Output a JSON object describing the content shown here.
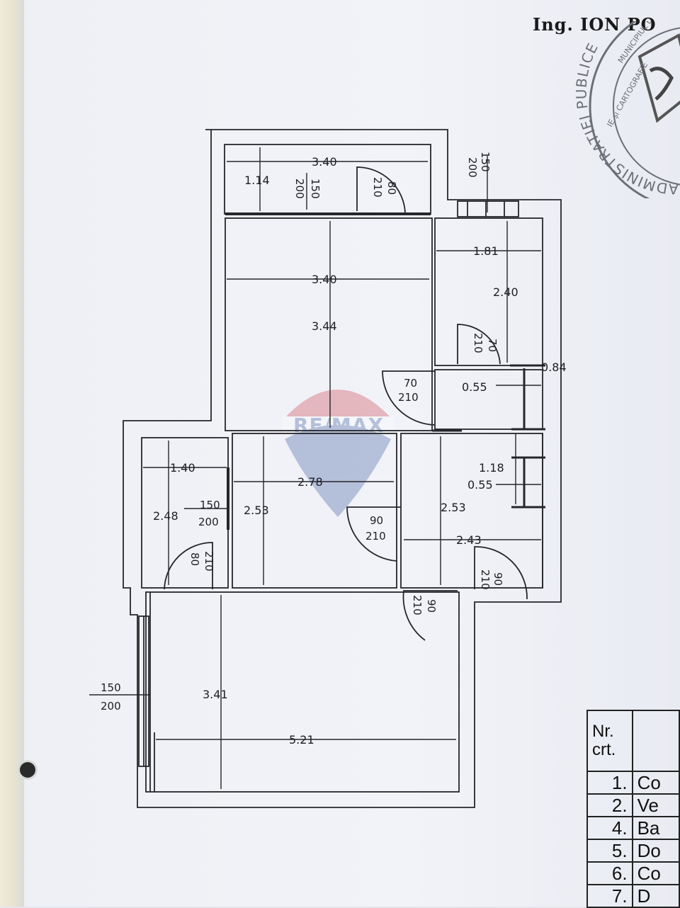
{
  "header": {
    "engineer": "Ing. ION PO"
  },
  "stamp": {
    "ring_text": "ADMINISTRATIEI PUBLICE",
    "inner_text": "IE și CARTOGRAFIE",
    "top_text": "MUNICIPIUL BUC"
  },
  "watermark": {
    "brand": "RE/MAX"
  },
  "dimensions": {
    "balcony_width": "3.40",
    "balcony_depth": "1.14",
    "room1_width": "3.40",
    "room1_length": "3.44",
    "bath_width": "1.81",
    "bath_length": "2.40",
    "side_wall": "0.84",
    "closet_upper": "0.55",
    "closet_lower": "0.55",
    "hall_width": "1.18",
    "kitchen_width": "1.40",
    "kitchen_length": "2.48",
    "room2_width": "2.78",
    "room2_length": "2.53",
    "hall_length": "2.53",
    "hall_span": "2.43",
    "living_width": "5.21",
    "living_length": "3.41"
  },
  "openings": {
    "window_top_right": {
      "w": "150",
      "h": "200"
    },
    "window_balcony": {
      "w": "150",
      "h": "200"
    },
    "window_kitchen": {
      "w": "150",
      "h": "200"
    },
    "window_living": {
      "w": "150",
      "h": "200"
    },
    "door_balcony": {
      "w": "80",
      "h": "210"
    },
    "door_bath": {
      "w": "70",
      "h": "210"
    },
    "door_room1": {
      "w": "70",
      "h": "210"
    },
    "door_room2": {
      "w": "90",
      "h": "210"
    },
    "door_kitchen": {
      "w": "80",
      "h": "210"
    },
    "door_entry": {
      "w": "90",
      "h": "210"
    },
    "door_living": {
      "w": "90",
      "h": "210"
    }
  },
  "legend": {
    "header": "Nr.\ncrt.",
    "rows": [
      {
        "num": "1.",
        "name": "Co"
      },
      {
        "num": "2.",
        "name": "Ve"
      },
      {
        "num": "4.",
        "name": "Ba"
      },
      {
        "num": "5.",
        "name": "Do"
      },
      {
        "num": "6.",
        "name": "Co"
      },
      {
        "num": "7.",
        "name": "D"
      }
    ]
  }
}
